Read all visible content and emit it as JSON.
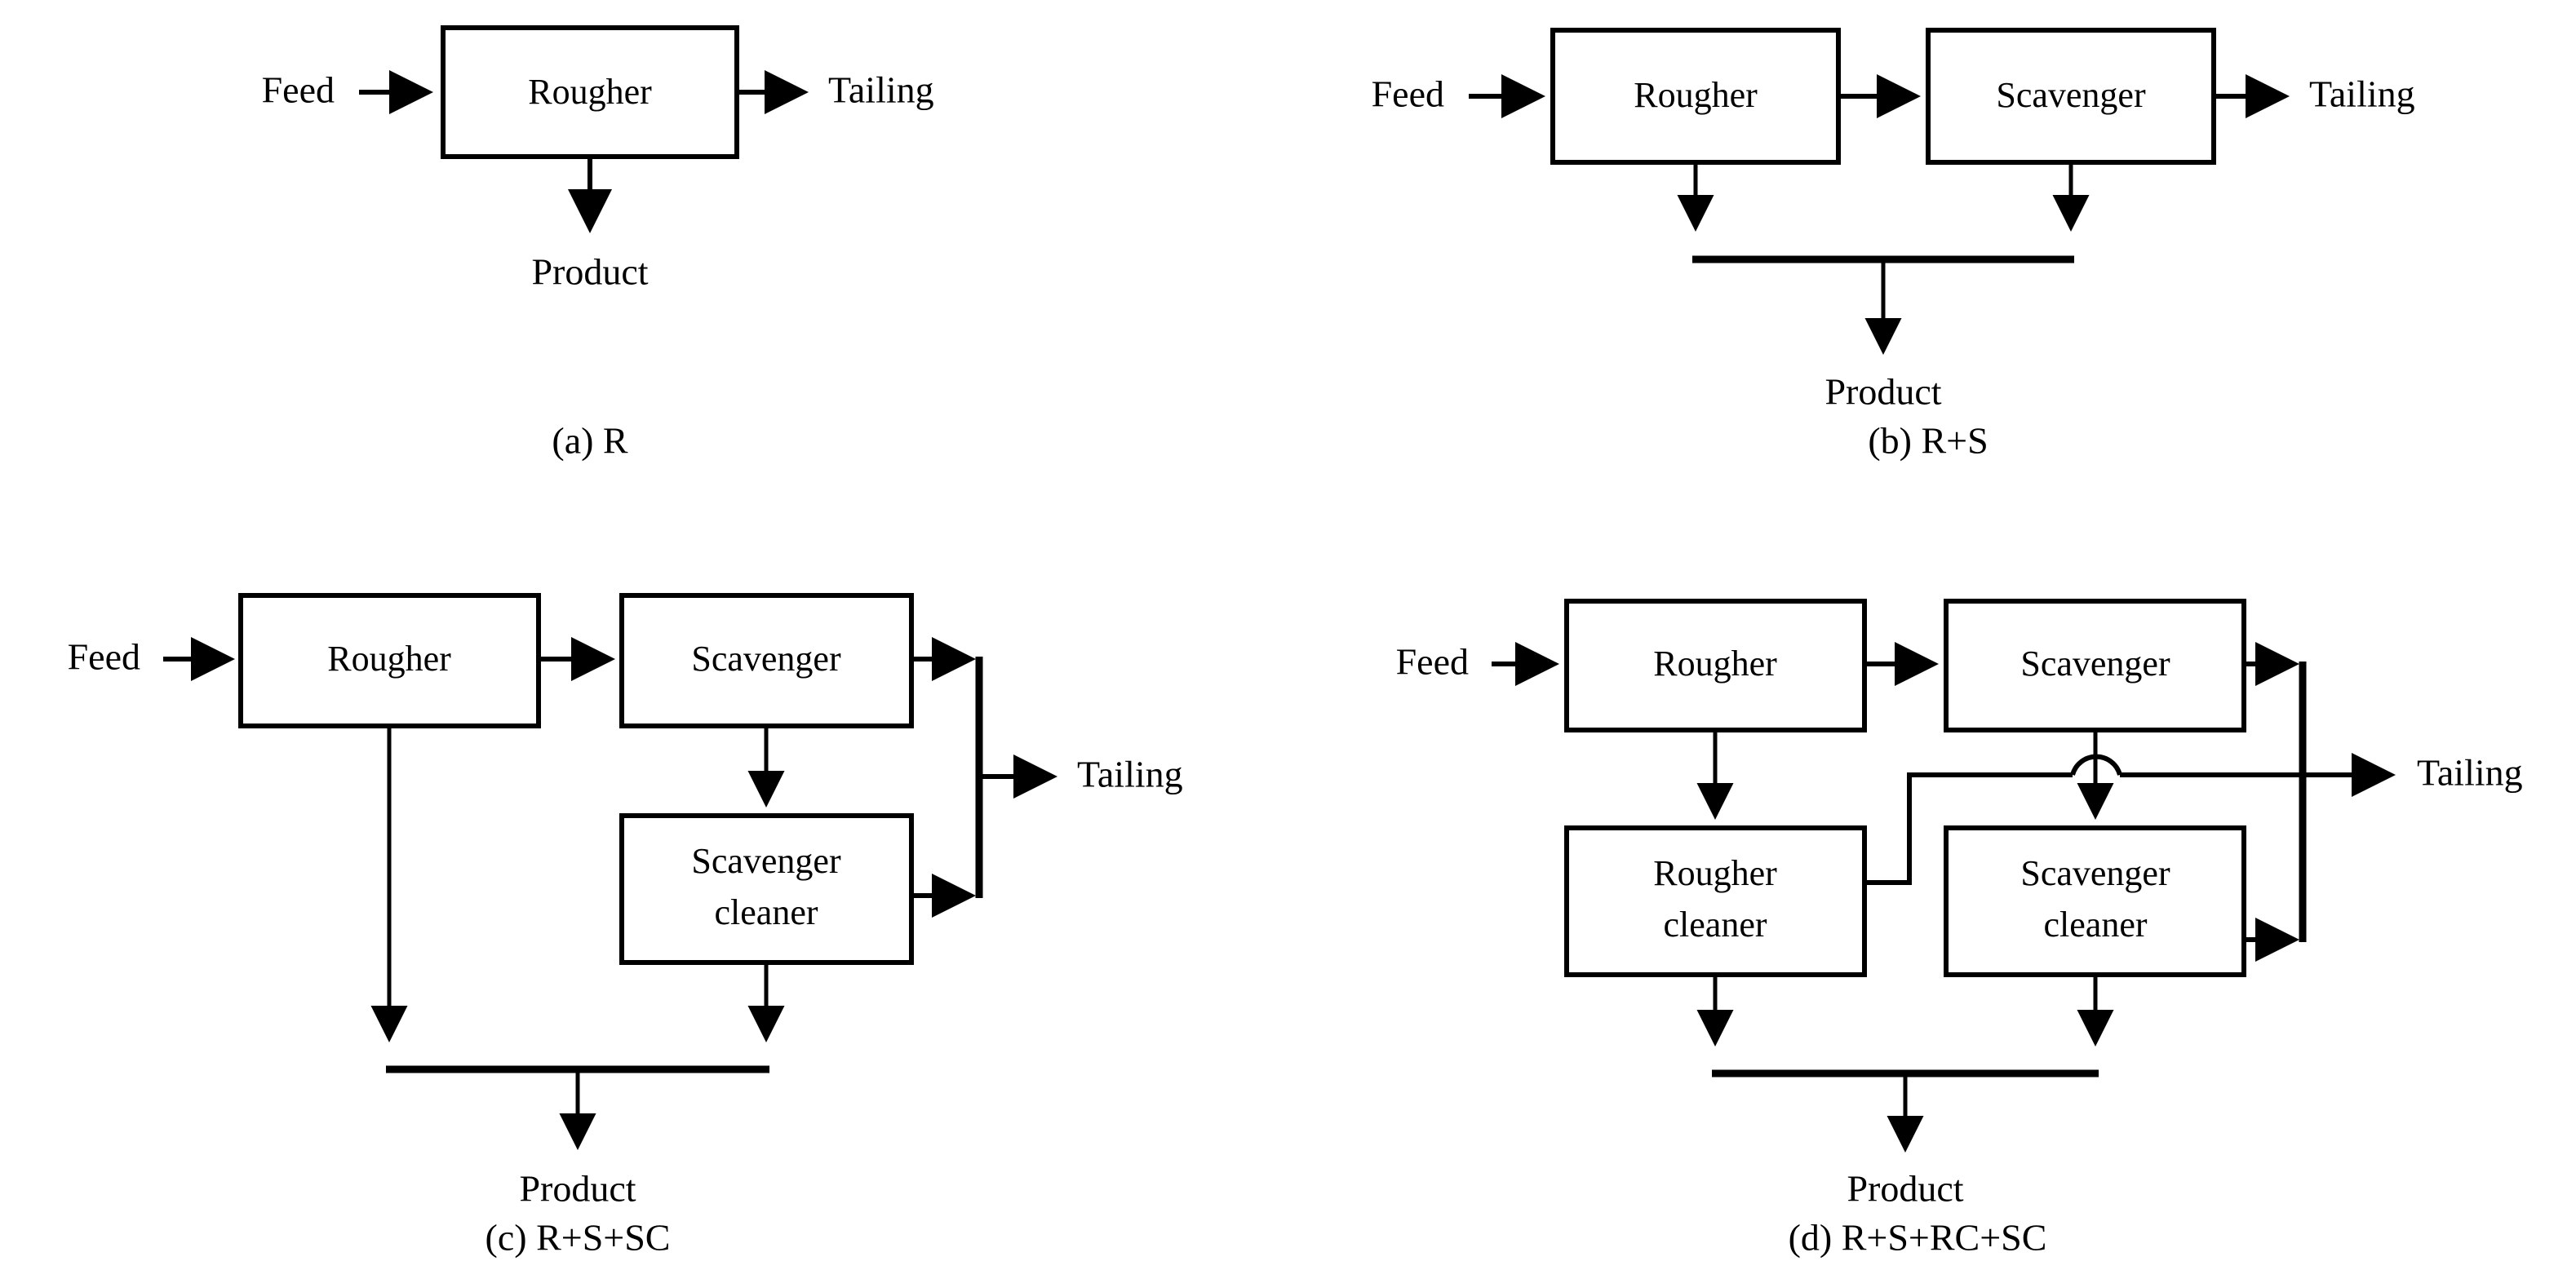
{
  "figure": {
    "background_color": "#ffffff",
    "line_color": "#000000",
    "type": "process-flowsheet-diagram",
    "panel_count": 4
  },
  "panels": [
    {
      "id": "a",
      "caption": "(a) R",
      "units": [
        {
          "name": "rougher",
          "label": "Rougher"
        }
      ],
      "streams": [
        {
          "name": "feed",
          "label": "Feed"
        },
        {
          "name": "tailing",
          "label": "Tailing"
        },
        {
          "name": "product",
          "label": "Product"
        }
      ]
    },
    {
      "id": "b",
      "caption": "(b) R+S",
      "units": [
        {
          "name": "rougher",
          "label": "Rougher"
        },
        {
          "name": "scavenger",
          "label": "Scavenger"
        }
      ],
      "streams": [
        {
          "name": "feed",
          "label": "Feed"
        },
        {
          "name": "tailing",
          "label": "Tailing"
        },
        {
          "name": "product",
          "label": "Product"
        }
      ]
    },
    {
      "id": "c",
      "caption": "(c) R+S+SC",
      "units": [
        {
          "name": "rougher",
          "label": "Rougher"
        },
        {
          "name": "scavenger",
          "label": "Scavenger"
        },
        {
          "name": "scavenger-cleaner",
          "label_line1": "Scavenger",
          "label_line2": "cleaner"
        }
      ],
      "streams": [
        {
          "name": "feed",
          "label": "Feed"
        },
        {
          "name": "tailing",
          "label": "Tailing"
        },
        {
          "name": "product",
          "label": "Product"
        }
      ]
    },
    {
      "id": "d",
      "caption": "(d) R+S+RC+SC",
      "units": [
        {
          "name": "rougher",
          "label": "Rougher"
        },
        {
          "name": "scavenger",
          "label": "Scavenger"
        },
        {
          "name": "rougher-cleaner",
          "label_line1": "Rougher",
          "label_line2": "cleaner"
        },
        {
          "name": "scavenger-cleaner",
          "label_line1": "Scavenger",
          "label_line2": "cleaner"
        }
      ],
      "streams": [
        {
          "name": "feed",
          "label": "Feed"
        },
        {
          "name": "tailing",
          "label": "Tailing"
        },
        {
          "name": "product",
          "label": "Product"
        }
      ]
    }
  ]
}
